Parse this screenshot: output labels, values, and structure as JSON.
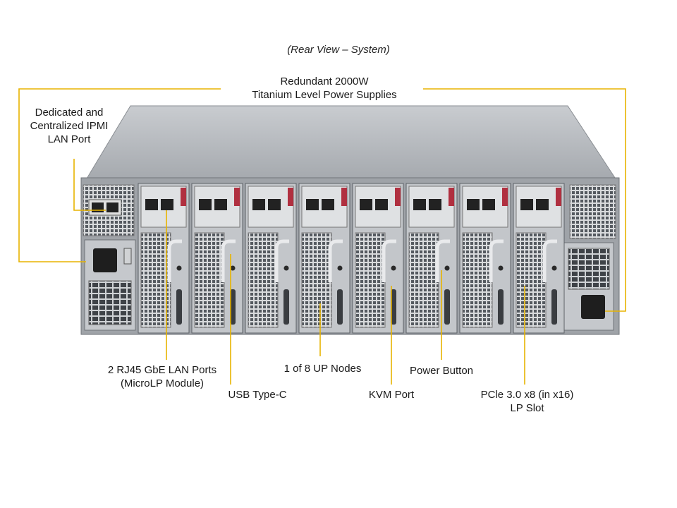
{
  "title": "(Rear View – System)",
  "labels": {
    "power_supplies": [
      "Redundant 2000W",
      "Titanium  Level Power Supplies"
    ],
    "ipmi": [
      "Dedicated and",
      "Centralized  IPMI",
      "LAN Port"
    ],
    "lan_ports": [
      "2 RJ45 GbE LAN Ports",
      "(MicroLP Module)"
    ],
    "usb": "USB Type-C",
    "nodes": "1 of 8 UP Nodes",
    "kvm": "KVM Port",
    "power_button": "Power Button",
    "pcie": [
      "PCle 3.0 x8 (in x16)",
      "LP Slot"
    ]
  },
  "colors": {
    "callout": "#e8b400",
    "chassis": "#b9bcc0",
    "chassis_dark": "#6f7378",
    "psu_handle": "#b03040"
  },
  "node_count": 8
}
